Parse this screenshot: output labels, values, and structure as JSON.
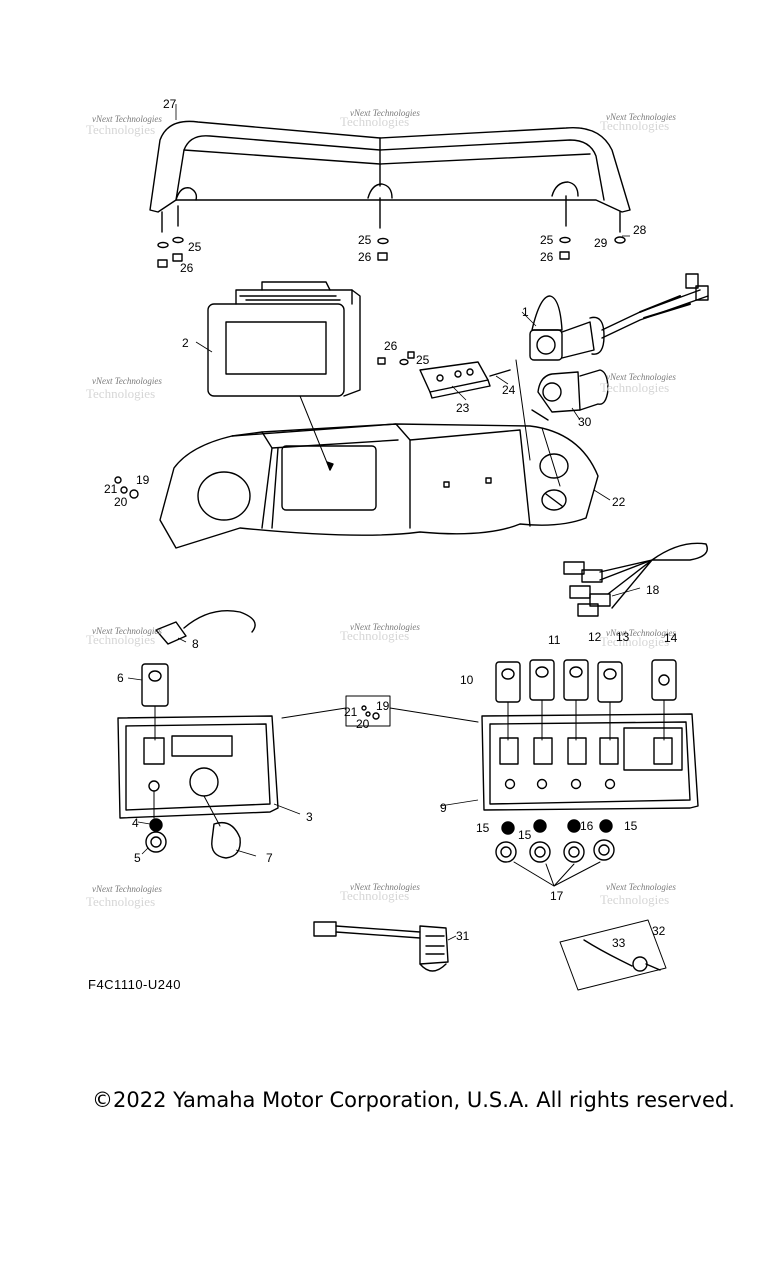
{
  "diagram": {
    "code": "F4C1110-U240",
    "copyright": "©2022 Yamaha Motor Corporation, U.S.A. All rights reserved.",
    "watermark": "vNext Technologies",
    "callouts": [
      "1",
      "2",
      "3",
      "4",
      "5",
      "6",
      "7",
      "8",
      "9",
      "10",
      "11",
      "12",
      "13",
      "14",
      "15",
      "16",
      "17",
      "18",
      "19",
      "20",
      "21",
      "22",
      "23",
      "24",
      "25",
      "26",
      "27",
      "28",
      "29",
      "30",
      "31",
      "32",
      "33"
    ]
  }
}
